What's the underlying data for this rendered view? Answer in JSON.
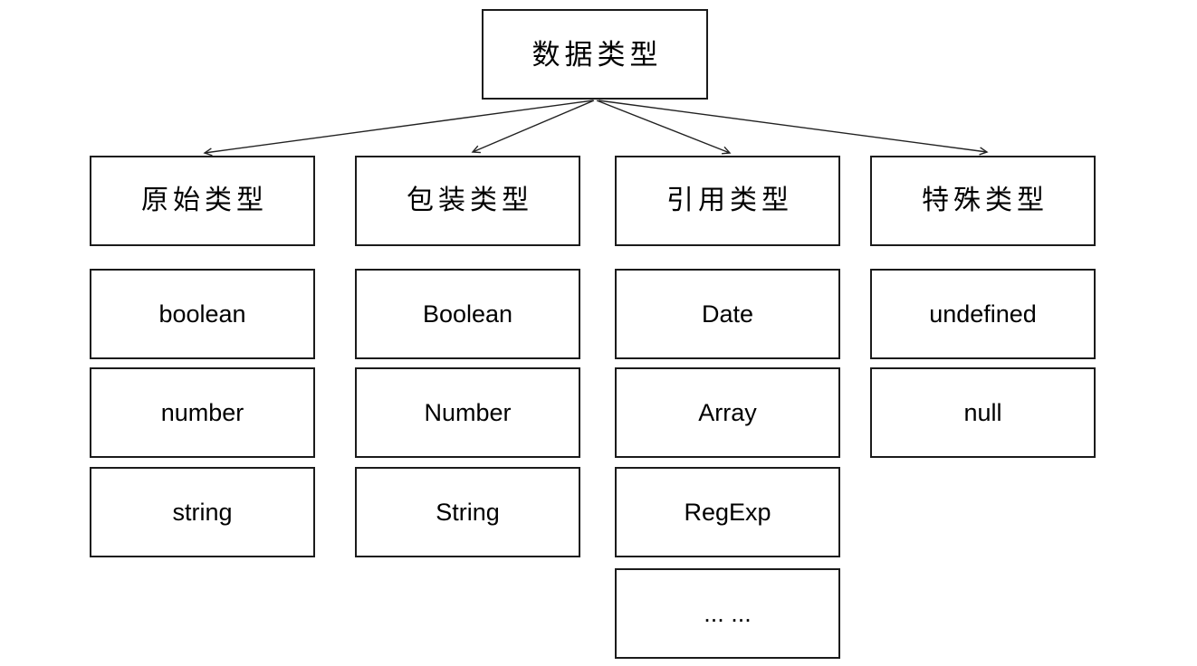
{
  "diagram": {
    "root": {
      "label": "数据类型"
    },
    "columns": [
      {
        "header": "原始类型",
        "items": [
          "boolean",
          "number",
          "string"
        ]
      },
      {
        "header": "包装类型",
        "items": [
          "Boolean",
          "Number",
          "String"
        ]
      },
      {
        "header": "引用类型",
        "items": [
          "Date",
          "Array",
          "RegExp",
          "... ..."
        ]
      },
      {
        "header": "特殊类型",
        "items": [
          "undefined",
          "null"
        ]
      }
    ],
    "colors": {
      "background": "#ffffff",
      "border": "#1b1b1b",
      "text": "#000000",
      "arrow": "#222222"
    }
  }
}
